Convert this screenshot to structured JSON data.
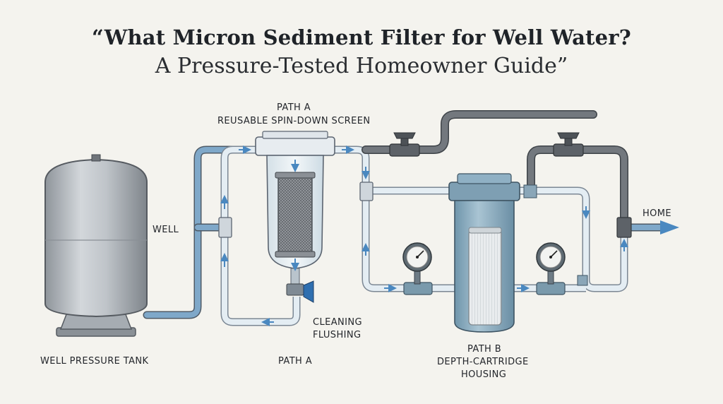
{
  "title": {
    "line1": "“What Micron Sediment Filter for Well Water?",
    "line2": "A Pressure-Tested Homeowner Guide”"
  },
  "labels": {
    "path_a_top": "PATH A",
    "spin_down": "REUSABLE SPIN-DOWN SCREEN",
    "well": "WELL",
    "home": "HOME",
    "cleaning": "CLEANING",
    "flushing": "FLUSHING",
    "well_pressure_tank": "WELL PRESSURE TANK",
    "path_a_bottom": "PATH A",
    "path_b": "PATH B",
    "depth_cartridge": "DEPTH-CARTRIDGE",
    "housing": "HOUSING"
  },
  "colors": {
    "background": "#f4f3ee",
    "pipe_blue": "#7fa8c9",
    "pipe_clear": "#e4edf3",
    "pipe_gray": "#6f747a",
    "tank_gray": "#b7bcc1",
    "housing_blue": "#8fb0c4",
    "arrow_blue": "#4a88c0"
  }
}
